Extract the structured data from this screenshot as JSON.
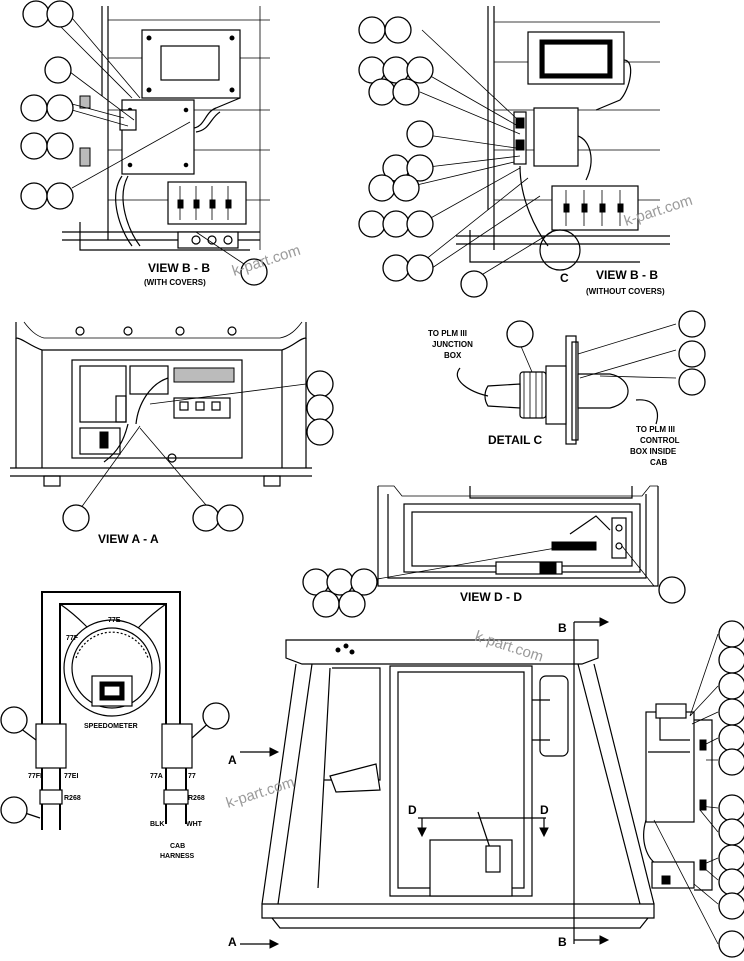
{
  "views": {
    "bb_cover": {
      "title": "VIEW B - B",
      "subtitle": "(WITH COVERS)"
    },
    "bb_nocover": {
      "title": "VIEW B - B",
      "subtitle": "(WITHOUT COVERS)",
      "section_mark": "C"
    },
    "aa": {
      "title": "VIEW A - A"
    },
    "dd": {
      "title": "VIEW D - D"
    },
    "detail_c": {
      "title": "DETAIL C",
      "note_left": [
        "TO PLM III",
        "JUNCTION",
        "BOX"
      ],
      "note_right": [
        "TO PLM III",
        "CONTROL",
        "BOX INSIDE",
        "CAB"
      ]
    },
    "speedometer": {
      "label": "SPEEDOMETER",
      "wires_top": [
        "77F",
        "77E"
      ],
      "wires_left": [
        "77FI",
        "77EI",
        "R268"
      ],
      "wires_right": [
        "77A",
        "77",
        "R268"
      ],
      "colors": [
        "BLK",
        "WHT"
      ],
      "harness": [
        "CAB",
        "HARNESS"
      ]
    },
    "cab": {
      "marks": [
        "A",
        "A",
        "B",
        "B",
        "D",
        "D"
      ]
    }
  },
  "watermark": "k-part.com"
}
